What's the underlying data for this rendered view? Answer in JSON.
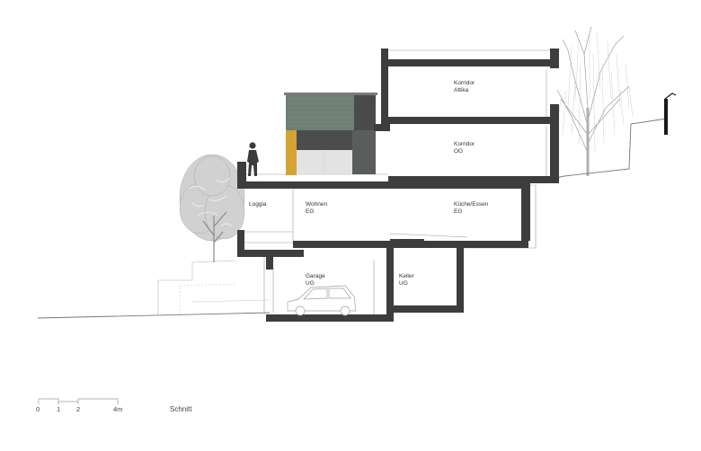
{
  "drawing": {
    "title": "Schnitt",
    "colors": {
      "wall": "#3d3d3d",
      "line": "#9a9a9a",
      "ground": "#7a7a7a",
      "facade_green": "#6f7f73",
      "facade_dark": "#4a4d4b",
      "facade_ochre": "#d6a234",
      "facade_light": "#e4e4e4",
      "tree": "#a8a8a8"
    },
    "rooms": [
      {
        "name": "Korridor",
        "level": "Attika"
      },
      {
        "name": "Korridor",
        "level": "OG"
      },
      {
        "name": "Wohnen",
        "level": "EG"
      },
      {
        "name": "Küche/Essen",
        "level": "EG"
      },
      {
        "name": "Loggia",
        "level": ""
      },
      {
        "name": "Garage",
        "level": "UG"
      },
      {
        "name": "Keller",
        "level": "UG"
      }
    ],
    "scale_bar": {
      "ticks": [
        "0",
        "1",
        "2",
        "4m"
      ]
    }
  }
}
